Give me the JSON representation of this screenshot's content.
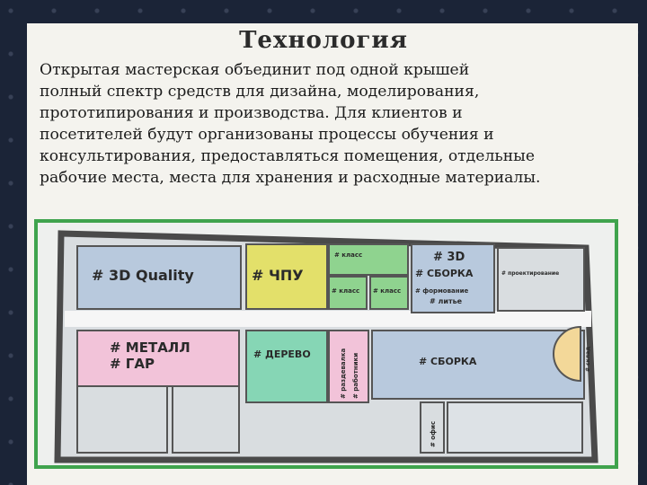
{
  "slide": {
    "title": "Технология",
    "paragraph_lines": [
      "Открытая мастерская объединит под одной крышей",
      "полный спектр средств для дизайна, моделирования,",
      "прототипирования и производства. Для клиентов и",
      "посетителей будут организованы процессы обучения и",
      "консультирования, предоставляться помещения, отдельные",
      "рабочие места, места для хранения и расходные материалы."
    ]
  },
  "floor_plan": {
    "rooms": {
      "quality": "# 3D Quality",
      "cnc": "# ЧПУ",
      "class_top": "# класс",
      "class_mid_1": "# класс",
      "class_mid_2": "# класс",
      "assembly_3d_line1": "# 3D",
      "assembly_3d_line2": "# СБОРКА",
      "molding": "# формование",
      "casting": "# литье",
      "design": "# проектирование",
      "metal_line1": "# МЕТАЛЛ",
      "metal_line2": "# ГАР",
      "wood": "# ДЕРЕВО",
      "vertical_1": "# раздевалка",
      "vertical_2": "# работники",
      "assembly_bottom": "# СБОРКА",
      "office": "# офис",
      "right_vertical": "# склад"
    },
    "colors": {
      "blue_room": "#b8c9dd",
      "yellow_room": "#e3e06a",
      "green_room": "#8fd38f",
      "pink_room": "#f2c3d9",
      "teal_room": "#86d6b5",
      "wall": "#4a4a4a",
      "frame": "#3fa34d",
      "round_room": "#f3d899"
    }
  }
}
